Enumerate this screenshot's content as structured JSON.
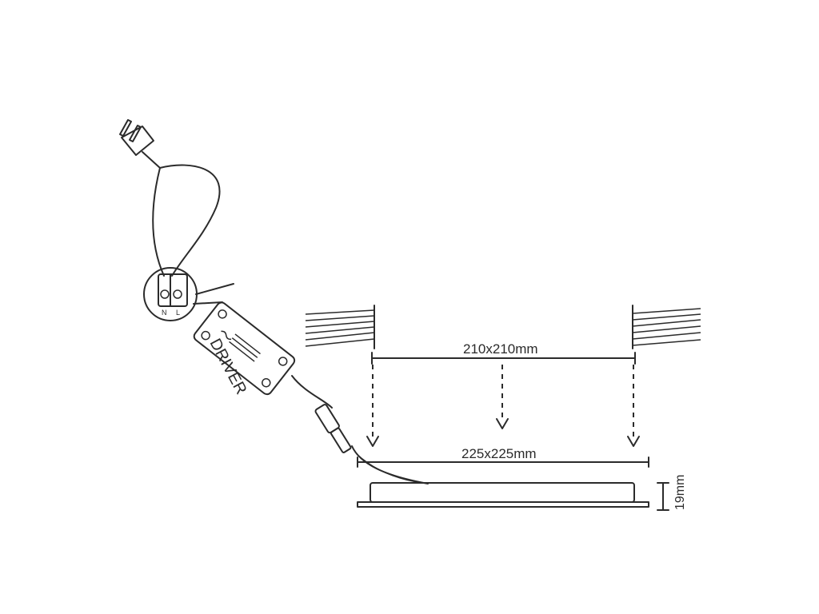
{
  "labels": {
    "cutout": "210x210mm",
    "panel": "225x225mm",
    "height": "19mm",
    "driver": "DRIVER",
    "terminal_n": "N",
    "terminal_l": "L"
  }
}
